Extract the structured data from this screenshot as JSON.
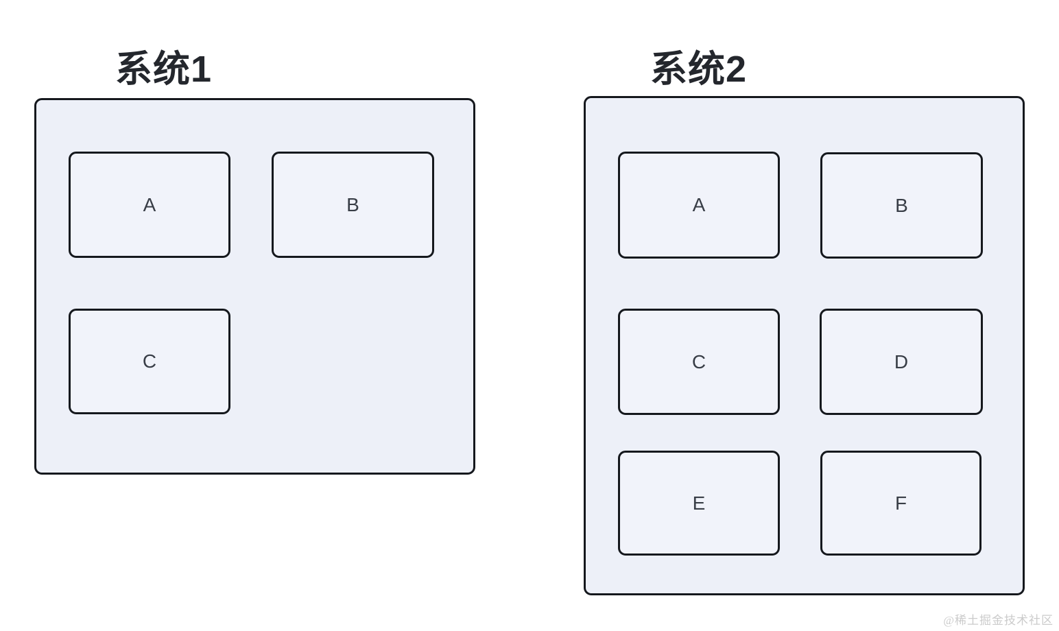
{
  "page": {
    "watermark": "@稀土掘金技术社区"
  },
  "systems": [
    {
      "title": "系统1",
      "modules": [
        "A",
        "B",
        "C"
      ]
    },
    {
      "title": "系统2",
      "modules": [
        "A",
        "B",
        "C",
        "D",
        "E",
        "F"
      ]
    }
  ],
  "colors": {
    "page_background": "#ffffff",
    "container_fill": "#edf0f8",
    "container_border": "#15181d",
    "module_fill": "#f1f3fa",
    "module_border": "#15181d",
    "title_text": "#24272d",
    "module_text": "#383d46",
    "watermark_text": "#cbcbcb"
  }
}
